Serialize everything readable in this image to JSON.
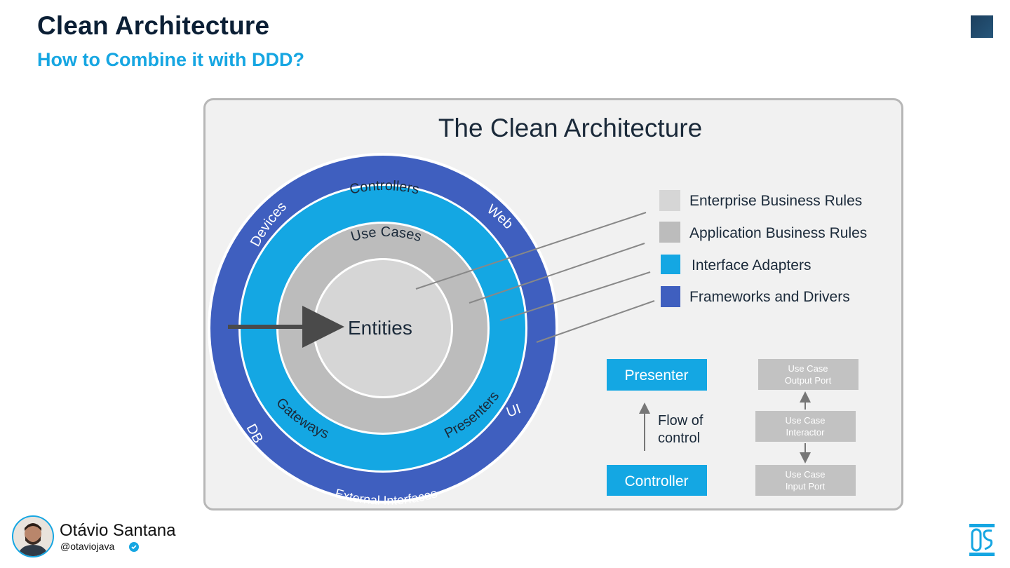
{
  "slide": {
    "title": "Clean Architecture",
    "subtitle": "How to Combine it with DDD?"
  },
  "diagram": {
    "heading": "The Clean Architecture",
    "rings": {
      "outer": {
        "labels": [
          "Devices",
          "Web",
          "DB",
          "UI",
          "External Interfaces"
        ],
        "color": "#3f5fbf"
      },
      "adapters": {
        "labels": [
          "Controllers",
          "Gateways",
          "Presenters"
        ],
        "color": "#14a7e3"
      },
      "use_cases": {
        "label": "Use Cases",
        "color": "#bcbcbc"
      },
      "entities": {
        "label": "Entities",
        "color": "#d6d6d6"
      }
    },
    "legend": [
      {
        "label": "Enterprise Business Rules",
        "color": "#d6d6d6"
      },
      {
        "label": "Application Business Rules",
        "color": "#bcbcbc"
      },
      {
        "label": "Interface Adapters",
        "color": "#14a7e3"
      },
      {
        "label": "Frameworks and Drivers",
        "color": "#3f5fbf"
      }
    ],
    "flow": {
      "presenter": "Presenter",
      "controller": "Controller",
      "flow_label_line1": "Flow of",
      "flow_label_line2": "control",
      "output_port": [
        "Use Case",
        "Output Port"
      ],
      "interactor": [
        "Use Case",
        "Interactor"
      ],
      "input_port": [
        "Use Case",
        "Input Port"
      ]
    }
  },
  "footer": {
    "author_name": "Otávio Santana",
    "handle": "@otaviojava"
  }
}
